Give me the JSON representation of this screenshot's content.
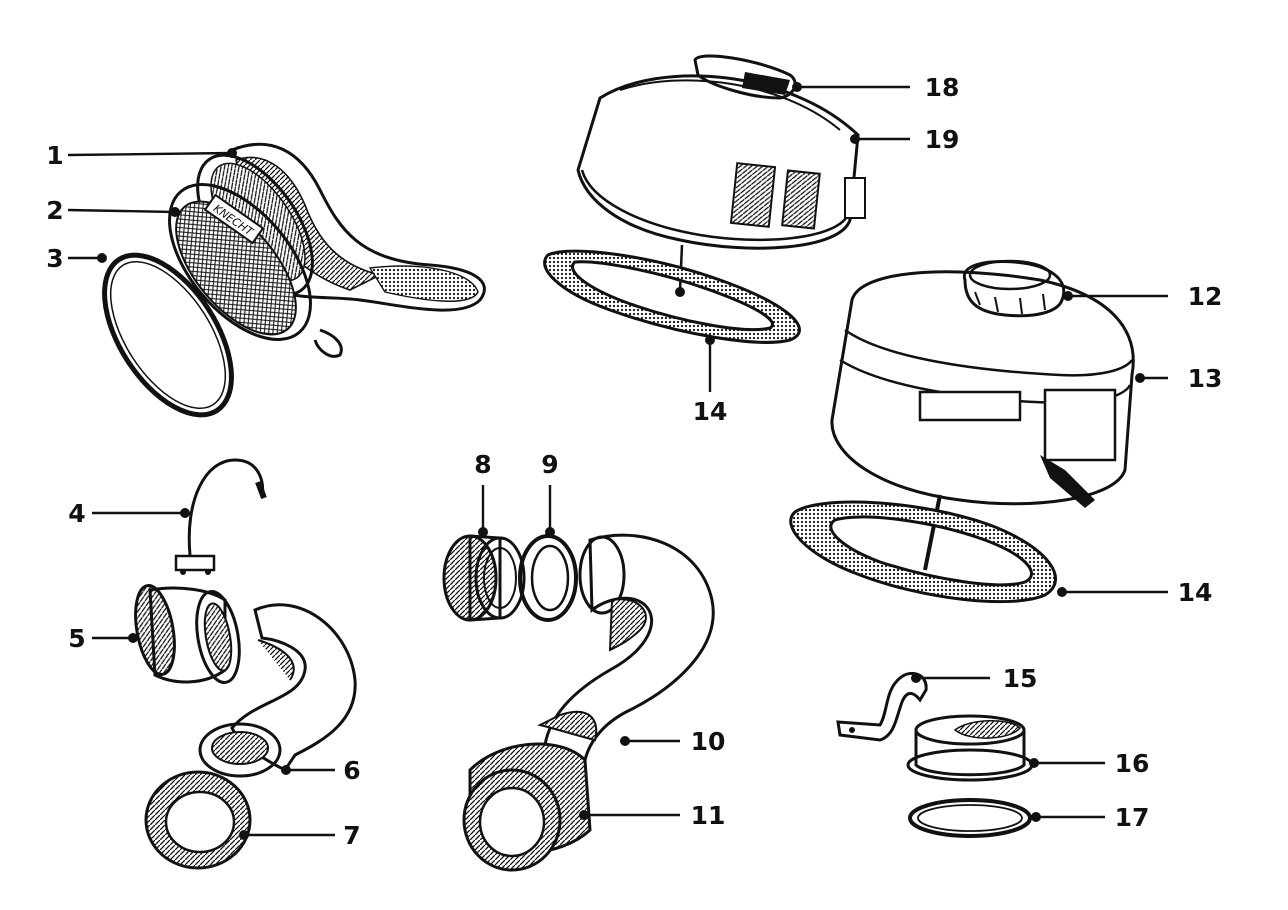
{
  "figure": {
    "type": "exploded parts diagram",
    "text_marking": "KNECHT"
  },
  "callouts": [
    {
      "id": "c1",
      "label": "1"
    },
    {
      "id": "c2",
      "label": "2"
    },
    {
      "id": "c3",
      "label": "3"
    },
    {
      "id": "c4",
      "label": "4"
    },
    {
      "id": "c5",
      "label": "5"
    },
    {
      "id": "c6",
      "label": "6"
    },
    {
      "id": "c7",
      "label": "7"
    },
    {
      "id": "c8",
      "label": "8"
    },
    {
      "id": "c9",
      "label": "9"
    },
    {
      "id": "c10",
      "label": "10"
    },
    {
      "id": "c11",
      "label": "11"
    },
    {
      "id": "c12",
      "label": "12"
    },
    {
      "id": "c13",
      "label": "13"
    },
    {
      "id": "c14a",
      "label": "14"
    },
    {
      "id": "c14b",
      "label": "14"
    },
    {
      "id": "c15",
      "label": "15"
    },
    {
      "id": "c16",
      "label": "16"
    },
    {
      "id": "c17",
      "label": "17"
    },
    {
      "id": "c18",
      "label": "18"
    },
    {
      "id": "c19",
      "label": "19"
    }
  ]
}
